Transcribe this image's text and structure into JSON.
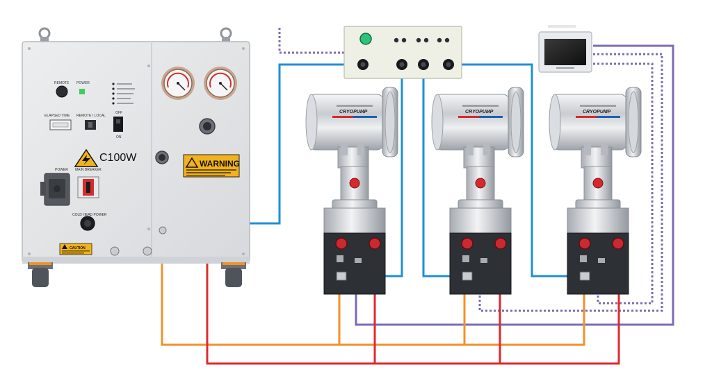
{
  "compressor": {
    "model_label": "C100W",
    "remote_label": "REMOTE",
    "power_label": "POWER",
    "elapsed_time_label": "ELAPSED TIME",
    "remote_local_label": "REMOTE / LOCAL",
    "off_label": "OFF",
    "on_label": "ON",
    "power_input_label": "POWER",
    "main_breaker_label": "MAIN BREAKER",
    "cold_head_power_label": "COLD HEAD POWER",
    "warning_title": "WARNING",
    "caution_label": "CAUTION"
  },
  "cryopumps": [
    {
      "brand": "CRYOPUMP"
    },
    {
      "brand": "CRYOPUMP"
    },
    {
      "brand": "CRYOPUMP"
    }
  ],
  "colors": {
    "blue_power_line": "#1f8fd6",
    "orange_supply_line": "#f0922a",
    "red_return_line": "#e0282e",
    "purple_signal_line": "#7d6bb5",
    "status_led": "#3ccf5a",
    "warning_yellow": "#f2b21c"
  }
}
